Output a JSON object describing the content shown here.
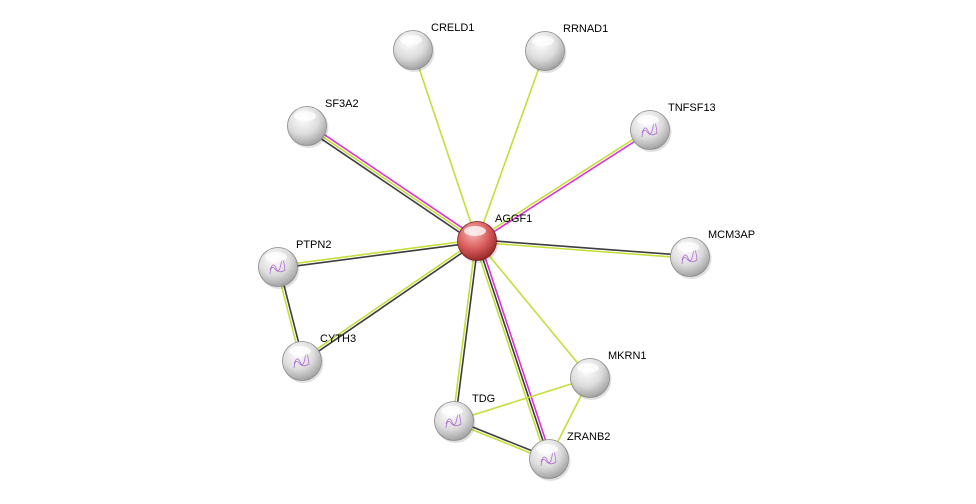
{
  "colors": {
    "textmining": "#c7dd3a",
    "coexpression": "#3d3d3d",
    "experiments": "#d932d9",
    "query_node": "#d44a4a",
    "node": "#d8d8d8"
  },
  "query": "AGGF1",
  "nodes": [
    {
      "id": "AGGF1",
      "label": "AGGF1",
      "query": true
    },
    {
      "id": "CRELD1",
      "label": "CRELD1"
    },
    {
      "id": "RRNAD1",
      "label": "RRNAD1"
    },
    {
      "id": "SF3A2",
      "label": "SF3A2"
    },
    {
      "id": "TNFSF13",
      "label": "TNFSF13",
      "structure": true
    },
    {
      "id": "MCM3AP",
      "label": "MCM3AP",
      "structure": true
    },
    {
      "id": "PTPN2",
      "label": "PTPN2",
      "structure": true
    },
    {
      "id": "CYTH3",
      "label": "CYTH3",
      "structure": true
    },
    {
      "id": "MKRN1",
      "label": "MKRN1"
    },
    {
      "id": "TDG",
      "label": "TDG",
      "structure": true
    },
    {
      "id": "ZRANB2",
      "label": "ZRANB2",
      "structure": true
    }
  ],
  "edges": [
    {
      "a": "AGGF1",
      "b": "CRELD1",
      "types": [
        "textmining"
      ]
    },
    {
      "a": "AGGF1",
      "b": "RRNAD1",
      "types": [
        "textmining"
      ]
    },
    {
      "a": "AGGF1",
      "b": "SF3A2",
      "types": [
        "coexpression",
        "textmining",
        "experiments"
      ]
    },
    {
      "a": "AGGF1",
      "b": "TNFSF13",
      "types": [
        "textmining",
        "experiments"
      ]
    },
    {
      "a": "AGGF1",
      "b": "MCM3AP",
      "types": [
        "coexpression",
        "textmining"
      ]
    },
    {
      "a": "AGGF1",
      "b": "PTPN2",
      "types": [
        "coexpression",
        "textmining"
      ]
    },
    {
      "a": "AGGF1",
      "b": "CYTH3",
      "types": [
        "coexpression",
        "textmining"
      ]
    },
    {
      "a": "AGGF1",
      "b": "MKRN1",
      "types": [
        "textmining"
      ]
    },
    {
      "a": "AGGF1",
      "b": "TDG",
      "types": [
        "coexpression",
        "textmining"
      ]
    },
    {
      "a": "AGGF1",
      "b": "ZRANB2",
      "types": [
        "experiments",
        "coexpression",
        "textmining"
      ]
    },
    {
      "a": "PTPN2",
      "b": "CYTH3",
      "types": [
        "coexpression",
        "textmining"
      ]
    },
    {
      "a": "TDG",
      "b": "MKRN1",
      "types": [
        "textmining"
      ]
    },
    {
      "a": "MKRN1",
      "b": "ZRANB2",
      "types": [
        "textmining"
      ]
    },
    {
      "a": "TDG",
      "b": "ZRANB2",
      "types": [
        "coexpression",
        "textmining"
      ]
    }
  ]
}
